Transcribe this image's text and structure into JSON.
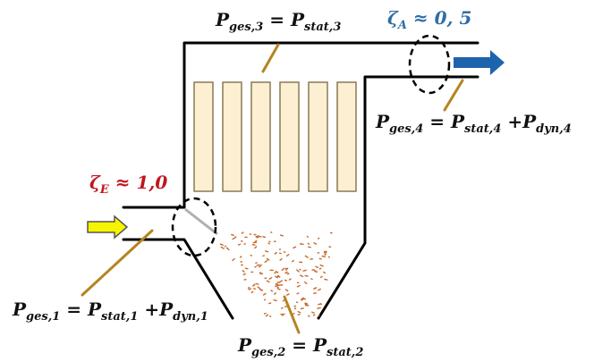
{
  "colors": {
    "wall": "#000000",
    "filter_fill": "#fcefd2",
    "filter_stroke": "#8a7a55",
    "inlet_arrow": "#f7f400",
    "outlet_arrow": "#1e63ad",
    "leader": "#b5841f",
    "dust": "#c66a2e",
    "zeta_E": "#c0161d",
    "zeta_A": "#2e6ea6"
  },
  "labels": {
    "p1": {
      "main": "P",
      "sub_ges": "ges,1",
      "eq": " = ",
      "stat": "P",
      "sub_stat": "stat,1",
      "plus": " +",
      "dyn": "P",
      "sub_dyn": "dyn,1"
    },
    "p2": {
      "main": "P",
      "sub_ges": "ges,2",
      "eq": " = ",
      "stat": "P",
      "sub_stat": "stat,2"
    },
    "p3": {
      "main": "P",
      "sub_ges": "ges,3",
      "eq": " = ",
      "stat": "P",
      "sub_stat": "stat,3"
    },
    "p4": {
      "main": "P",
      "sub_ges": "ges,4",
      "eq": " = ",
      "stat": "P",
      "sub_stat": "stat,4",
      "plus": " +",
      "dyn": "P",
      "sub_dyn": "dyn,4"
    },
    "zeta_e": {
      "sym": "ζ",
      "sub": "E",
      "rel": " ≈ ",
      "val": "1,0"
    },
    "zeta_a": {
      "sym": "ζ",
      "sub": "A",
      "rel": " ≈ ",
      "val": "0, 5"
    }
  },
  "icons": {
    "inlet": "arrow-right-icon",
    "outlet": "arrow-right-icon"
  }
}
